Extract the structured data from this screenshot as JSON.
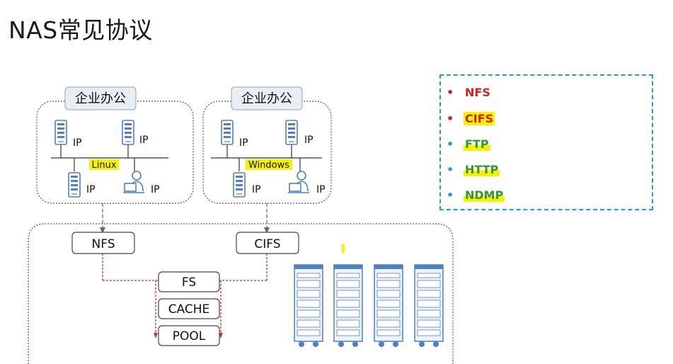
{
  "title": "NAS常见协议",
  "diagram": {
    "office_label": "企业办公",
    "ip_label": "IP",
    "linux_label": "Linux",
    "windows_label": "Windows",
    "nfs_box": "NFS",
    "cifs_box": "CIFS",
    "fs_box": "FS",
    "cache_box": "CACHE",
    "pool_box": "POOL"
  },
  "protocols": [
    {
      "label": "NFS",
      "color": "#d42020",
      "bullet_color": "#d42020"
    },
    {
      "label": "CIFS",
      "color": "#d42020",
      "bullet_color": "#d42020"
    },
    {
      "label": "FTP",
      "color": "#2e9a2e",
      "bullet_color": "#1fa0dc"
    },
    {
      "label": "HTTP",
      "color": "#2e9a2e",
      "bullet_color": "#1fa0dc"
    },
    {
      "label": "NDMP",
      "color": "#2e9a2e",
      "bullet_color": "#1fa0dc"
    }
  ],
  "colors": {
    "dashed_border": "#1fa0dc",
    "highlight": "#f6f200",
    "red_path": "#c0392b",
    "server_icon": "#4f7fc7"
  },
  "icons": [
    "server-icon",
    "user-workstation-icon",
    "storage-rack-icon"
  ]
}
